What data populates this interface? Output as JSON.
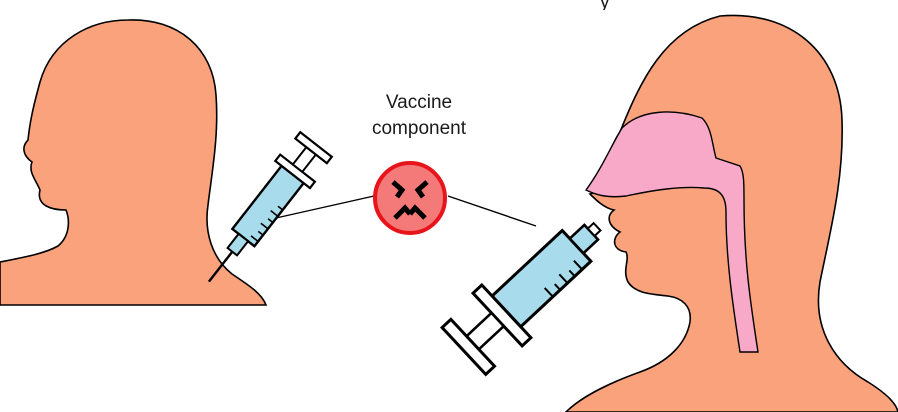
{
  "label": {
    "line1": "Vaccine",
    "line2": "component"
  },
  "clipped_top_text": "y",
  "colors": {
    "skin": "#F9A27C",
    "airway": "#F8A9C8",
    "syringe_fluid": "#A8DCEC",
    "antigen_fill": "#F47A7A",
    "antigen_ring": "#E8141B",
    "outline": "#000000"
  },
  "icons": [
    "head-profile-left",
    "head-profile-right-with-airway",
    "syringe-injection",
    "syringe-nasal",
    "antigen-particle"
  ]
}
